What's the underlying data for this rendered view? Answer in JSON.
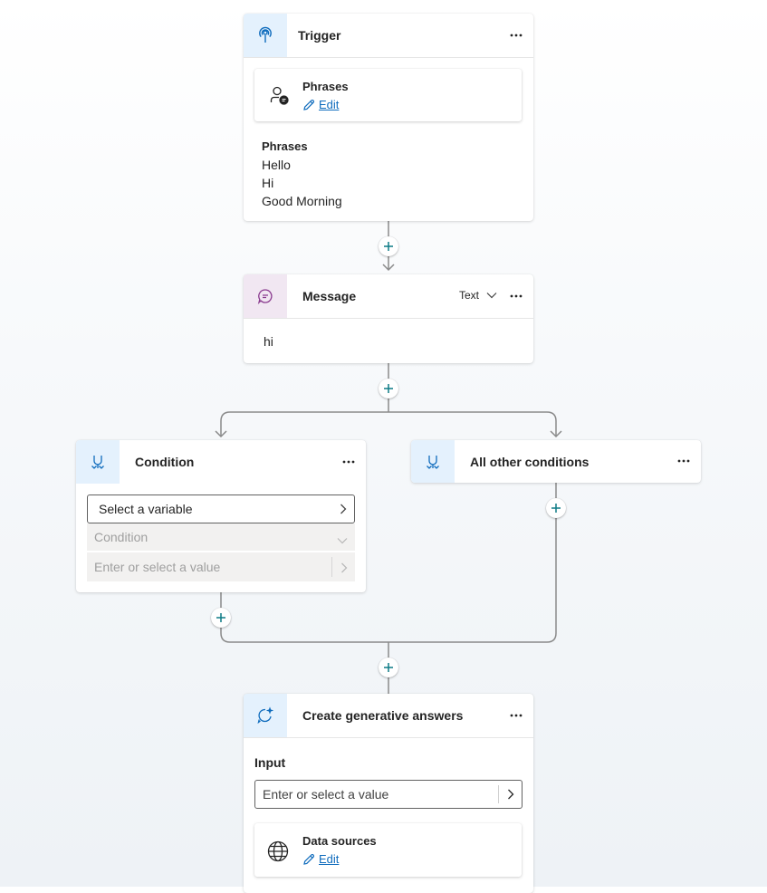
{
  "trigger": {
    "title": "Trigger",
    "phrases_card": {
      "title": "Phrases",
      "edit_label": "Edit"
    },
    "phrases_heading": "Phrases",
    "phrases": [
      "Hello",
      "Hi",
      "Good Morning"
    ]
  },
  "message": {
    "title": "Message",
    "type_label": "Text",
    "text": "hi"
  },
  "condition": {
    "title": "Condition",
    "variable_placeholder": "Select a variable",
    "operator_placeholder": "Condition",
    "value_placeholder": "Enter or select a value"
  },
  "other_conditions": {
    "title": "All other conditions"
  },
  "generative": {
    "title": "Create generative answers",
    "input_label": "Input",
    "input_placeholder": "Enter or select a value",
    "data_sources": {
      "title": "Data sources",
      "edit_label": "Edit"
    }
  },
  "colors": {
    "accent_blue": "#0f6cbd",
    "icon_blue_bg": "#e4f1fd",
    "icon_purple_bg": "#f1e7f2",
    "connector": "#8a8a8a",
    "plus_teal": "#0e7c86"
  }
}
